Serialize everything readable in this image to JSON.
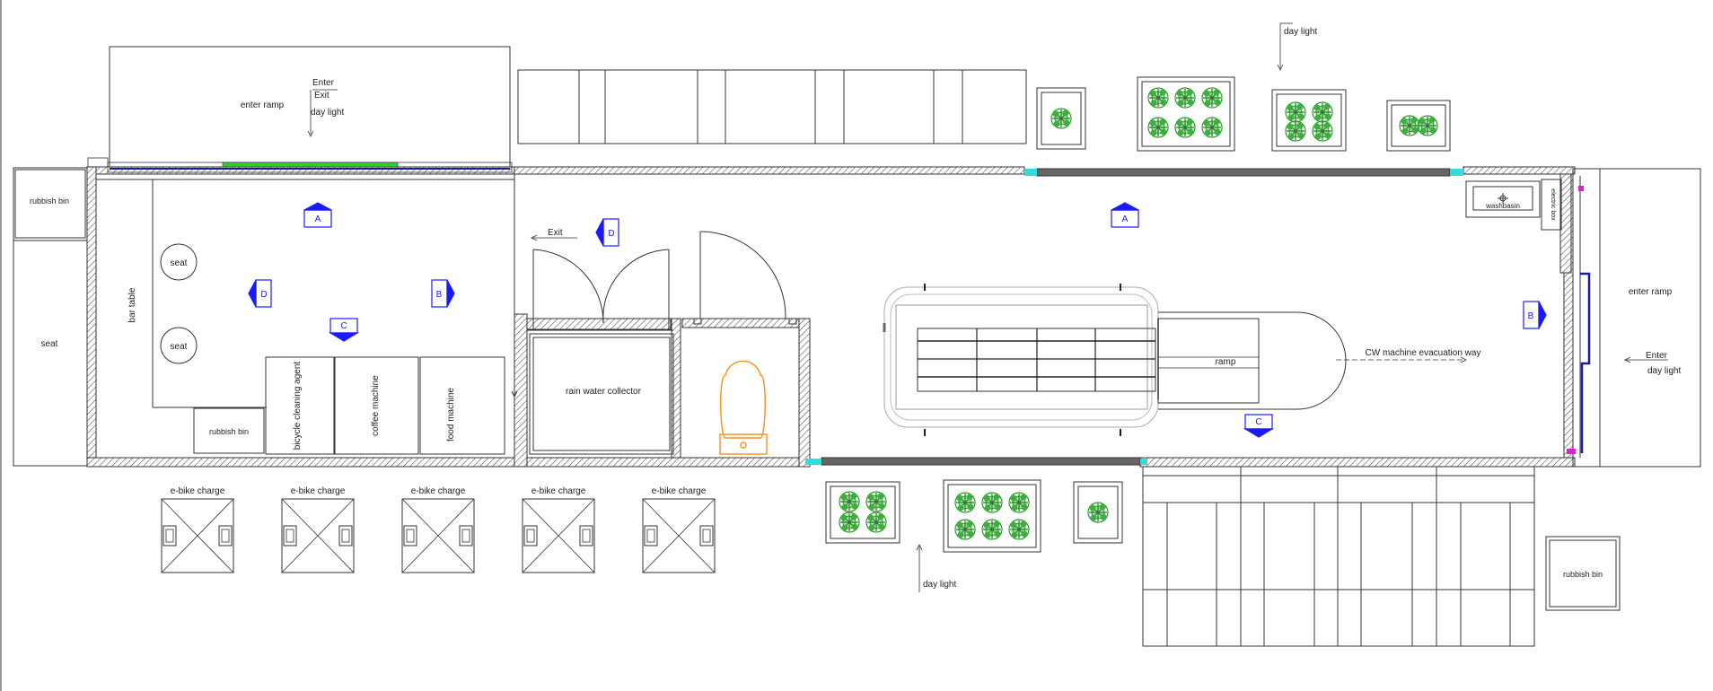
{
  "labels": {
    "rubbish_bin_left": "rubbish bin",
    "seat_left": "seat",
    "enter_ramp_left": "enter ramp",
    "enter_top": "Enter",
    "exit_top": "Exit",
    "day_light_top_left": "day light",
    "bar_table": "bar table",
    "seat_1": "seat",
    "seat_2": "seat",
    "rubbish_bin_inner": "rubbish bin",
    "bicycle_cleaning_agent": "bicycle cleaning agent",
    "coffee_machine": "coffee machine",
    "food_machine": "food machine",
    "exit_mid": "Exit",
    "rain_water_collector": "rain water collector",
    "ramp": "ramp",
    "cw_machine_evacuation_way": "CW machine evacuation way",
    "washbasin": "washbasin",
    "electric_box": "electric box",
    "enter_ramp_right": "enter ramp",
    "enter_right": "Enter",
    "day_light_right": "day light",
    "day_light_top_right": "day light",
    "day_light_bottom": "day light",
    "rubbish_bin_right": "rubbish bin"
  },
  "ebike_charge": [
    "e-bike charge",
    "e-bike charge",
    "e-bike charge",
    "e-bike charge",
    "e-bike charge"
  ],
  "section_markers": {
    "a_left": "A",
    "b_left": "B",
    "c_left": "C",
    "d_left": "D",
    "d_mid": "D",
    "a_right": "A",
    "b_right": "B",
    "c_right": "C"
  },
  "colors": {
    "line": "#333333",
    "marker": "#1a1aff",
    "tree": "#2a9a2a",
    "toilet": "#ff8c1a",
    "window_green": "#33cc33",
    "window_cyan": "#33dddd",
    "door_blue": "#1a1aaa",
    "magenta": "#dd22cc",
    "hatch": "#555555"
  }
}
